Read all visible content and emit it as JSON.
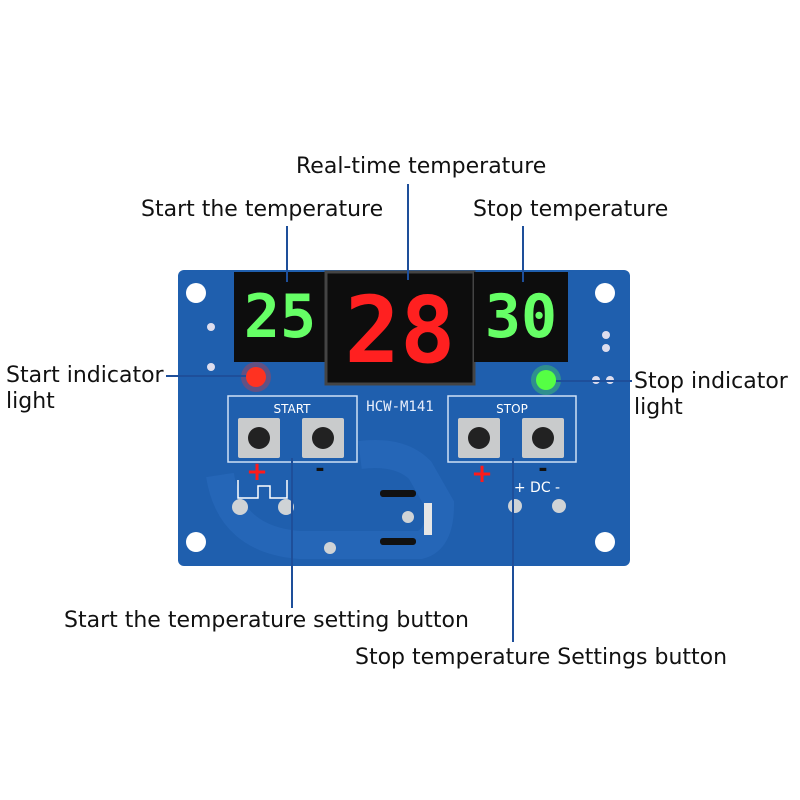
{
  "labels": {
    "real_time_temperature": "Real-time temperature",
    "start_temperature": "Start the temperature",
    "stop_temperature": "Stop temperature",
    "start_indicator_light": "Start indicator light",
    "stop_indicator_light": "Stop indicator light",
    "start_setting_button": "Start the temperature setting button",
    "stop_setting_button": "Stop temperature Settings button"
  },
  "board": {
    "model": "HCW-M141",
    "start_group_label": "START",
    "stop_group_label": "STOP",
    "plus_sign": "+",
    "minus_sign": "-",
    "dc_label": "+ DC -",
    "start_display": "25",
    "center_display": "28",
    "stop_display": "30"
  },
  "colors": {
    "pcb": "#1f5fae",
    "display_bg": "#0d0d0d",
    "green_digit": "#66ff66",
    "red_digit": "#ff2020",
    "start_led": "#ff3322",
    "stop_led": "#55ff44",
    "leader_line": "#1e4f9a"
  }
}
